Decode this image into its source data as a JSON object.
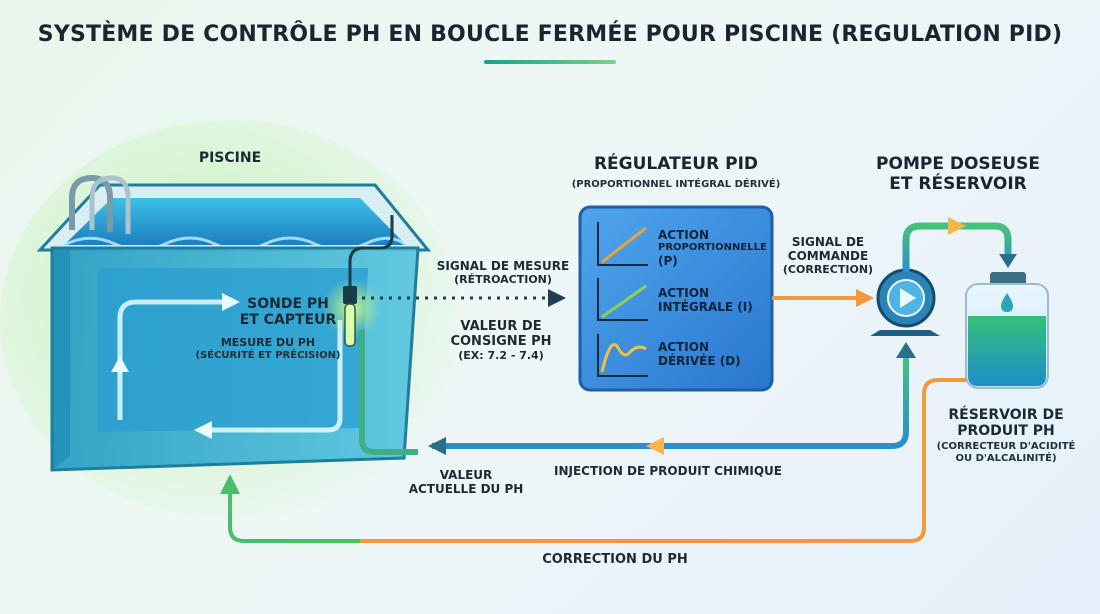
{
  "title": "SYSTÈME DE CONTRÔLE PH EN BOUCLE FERMÉE POUR PISCINE (REGULATION PID)",
  "pool": {
    "title": "PISCINE"
  },
  "sensor": {
    "title_line1": "SONDE PH",
    "title_line2": "ET CAPTEUR",
    "sub_line1": "MESURE DU PH",
    "sub_line2": "(SÉCURITÉ ET PRÉCISION)"
  },
  "measure_signal": {
    "line1": "SIGNAL DE MESURE",
    "line2": "(RÉTROACTION)"
  },
  "setpoint": {
    "line1": "VALEUR DE",
    "line2": "CONSIGNE PH",
    "line3": "(EX: 7.2 - 7.4)"
  },
  "pid": {
    "title": "RÉGULATEUR PID",
    "subtitle": "(PROPORTIONNEL INTÉGRAL DÉRIVÉ)",
    "actions": [
      {
        "line1": "ACTION",
        "line2": "PROPORTIONNELLE",
        "line3": "(P)"
      },
      {
        "line1": "ACTION",
        "line2": "INTÉGRALE (I)"
      },
      {
        "line1": "ACTION",
        "line2": "DÉRIVÉE (D)"
      }
    ]
  },
  "command_signal": {
    "line1": "SIGNAL DE",
    "line2": "COMMANDE",
    "line3": "(CORRECTION)"
  },
  "pump": {
    "line1": "POMPE DOSEUSE",
    "line2": "ET RÉSERVOIR"
  },
  "reservoir": {
    "line1": "RÉSERVOIR DE",
    "line2": "PRODUIT PH",
    "sub_line1": "(CORRECTEUR D'ACIDITÉ",
    "sub_line2": "OU D'ALCALINITÉ)"
  },
  "injection": "INJECTION DE PRODUIT CHIMIQUE",
  "actual_value": {
    "line1": "VALEUR",
    "line2": "ACTUELLE DU PH"
  },
  "correction": "CORRECTION DU PH",
  "colors": {
    "water": "#2aa6d6",
    "pool_edge": "#1f7e9a",
    "pid_box": "#2f86d8",
    "pump": "#1d6f9a",
    "orange_flow": "#f29a3a",
    "green_flow": "#4cbd6a",
    "sensor_glow": "#b6f26a"
  }
}
